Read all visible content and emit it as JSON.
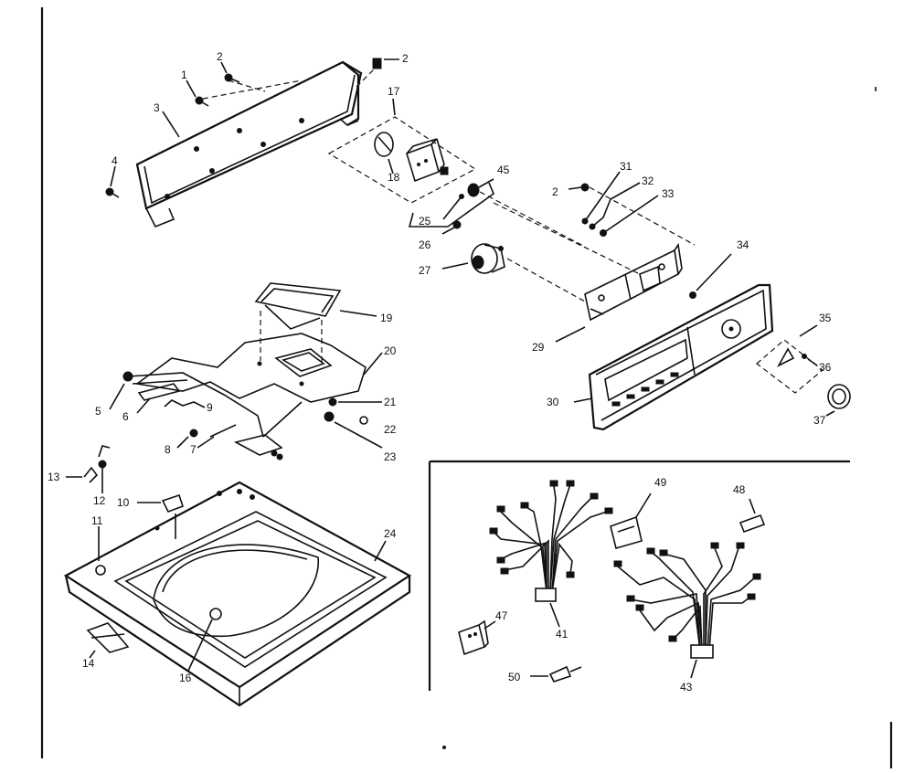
{
  "diagram": {
    "callouts": {
      "c1": "1",
      "c2a": "2",
      "c2b": "2",
      "c2c": "2",
      "c3": "3",
      "c4": "4",
      "c5": "5",
      "c6": "6",
      "c7": "7",
      "c8": "8",
      "c9": "9",
      "c10": "10",
      "c11": "11",
      "c12": "12",
      "c13": "13",
      "c14": "14",
      "c16": "16",
      "c17": "17",
      "c18": "18",
      "c19": "19",
      "c20": "20",
      "c21": "21",
      "c22": "22",
      "c23": "23",
      "c24": "24",
      "c25": "25",
      "c26": "26",
      "c27": "27",
      "c29": "29",
      "c30": "30",
      "c31": "31",
      "c32": "32",
      "c33": "33",
      "c34": "34",
      "c35": "35",
      "c36": "36",
      "c37": "37",
      "c41": "41",
      "c43": "43",
      "c45": "45",
      "c47": "47",
      "c48": "48",
      "c49": "49",
      "c50": "50"
    }
  }
}
